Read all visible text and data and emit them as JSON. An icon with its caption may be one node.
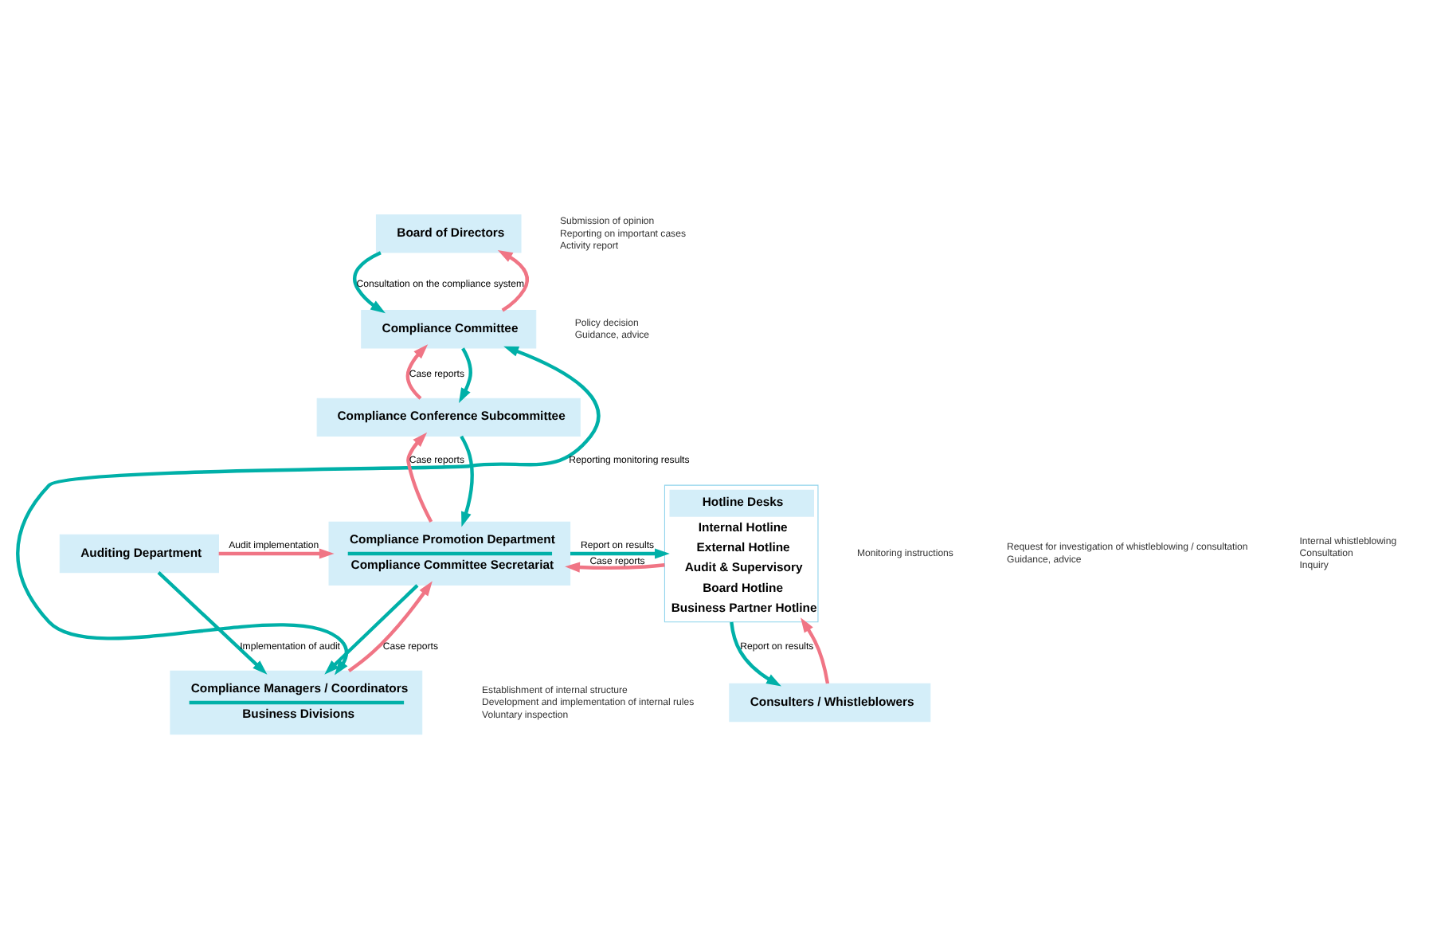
{
  "diagram": {
    "nodes": [
      {
        "text": [
          "Board of Directors"
        ]
      },
      {
        "text": [
          "Compliance Committee"
        ]
      },
      {
        "text": [
          "Compliance Conference Subcommittee"
        ]
      },
      {
        "text": [
          "Compliance Promotion Department",
          "Compliance Committee Secretariat"
        ]
      },
      {
        "text": [
          "Hotline Desks",
          "Internal Hotline",
          "External Hotline",
          "Audit & Supervisory",
          "Board Hotline",
          "Business Partner Hotline"
        ]
      },
      {
        "text": [
          "Auditing Department"
        ]
      },
      {
        "text": [
          "Compliance Managers / Coordinators",
          "Business Divisions"
        ],
        "beside": [
          "Establishment of internal structure",
          "Development and implementation of internal rules",
          "Voluntary inspection"
        ]
      },
      {
        "text": [
          "Consulters / Whistleblowers"
        ]
      }
    ],
    "edges": [
      {
        "from": 0,
        "to": 1,
        "arrow": "to",
        "label": "Consultation on the compliance system"
      },
      {
        "from": 1,
        "to": 0,
        "arrow": "to",
        "color": "#f07585"
      },
      {
        "from": 1,
        "to": 2,
        "arrow": "to"
      },
      {
        "from": 2,
        "to": 1,
        "arrow": "to",
        "label": "Case reports",
        "color": "#f07585"
      },
      {
        "from": 2,
        "to": 3,
        "arrow": "to"
      },
      {
        "from": 3,
        "to": 2,
        "arrow": "to",
        "label": "Case reports",
        "color": "#f07585"
      },
      {
        "from": 5,
        "to": 3,
        "arrow": "to",
        "label": "Audit implementation",
        "color": "#f07585"
      },
      {
        "from": 4,
        "to": 3,
        "arrow": "to",
        "label": "Case reports",
        "color": "#f07585"
      },
      {
        "from": 3,
        "to": 4,
        "arrow": "to",
        "label": "Report on results"
      },
      {
        "from": 3,
        "to": 6,
        "arrow": "to"
      },
      {
        "from": 6,
        "to": 3,
        "arrow": "to",
        "label": "Case reports",
        "color": "#f07585"
      },
      {
        "from": 1,
        "to": 6,
        "arrow": "both",
        "label": "Reporting monitoring results"
      },
      {
        "from": 5,
        "to": 6,
        "arrow": "to",
        "label": "Implementation of audit"
      },
      {
        "from": 4,
        "to": 7,
        "arrow": "to",
        "label": "Report on results"
      },
      {
        "from": 7,
        "to": 4,
        "arrow": "to",
        "color": "#f07585"
      }
    ],
    "labels": [
      "Submission of opinion",
      "Reporting on important cases",
      "Activity report",
      "Policy decision",
      "Guidance, advice",
      "Monitoring instructions",
      "Request for investigation of whistleblowing / consultation",
      "Guidance, advice",
      "Internal whistleblowing",
      "Consultation",
      "Inquiry"
    ]
  }
}
